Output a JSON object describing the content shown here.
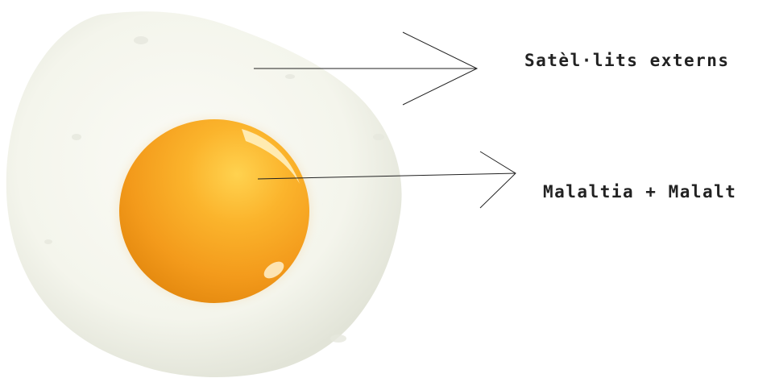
{
  "labels": {
    "outer": "Satèl·lits externs",
    "inner": "Malaltia + Malalt"
  },
  "image": {
    "subject": "fried-egg",
    "colors": {
      "white": "#f6f6ee",
      "white_shadow": "#e4e6dc",
      "yolk_light": "#ffc640",
      "yolk": "#f7a21c",
      "yolk_dark": "#e0850e",
      "line": "#222222"
    }
  }
}
